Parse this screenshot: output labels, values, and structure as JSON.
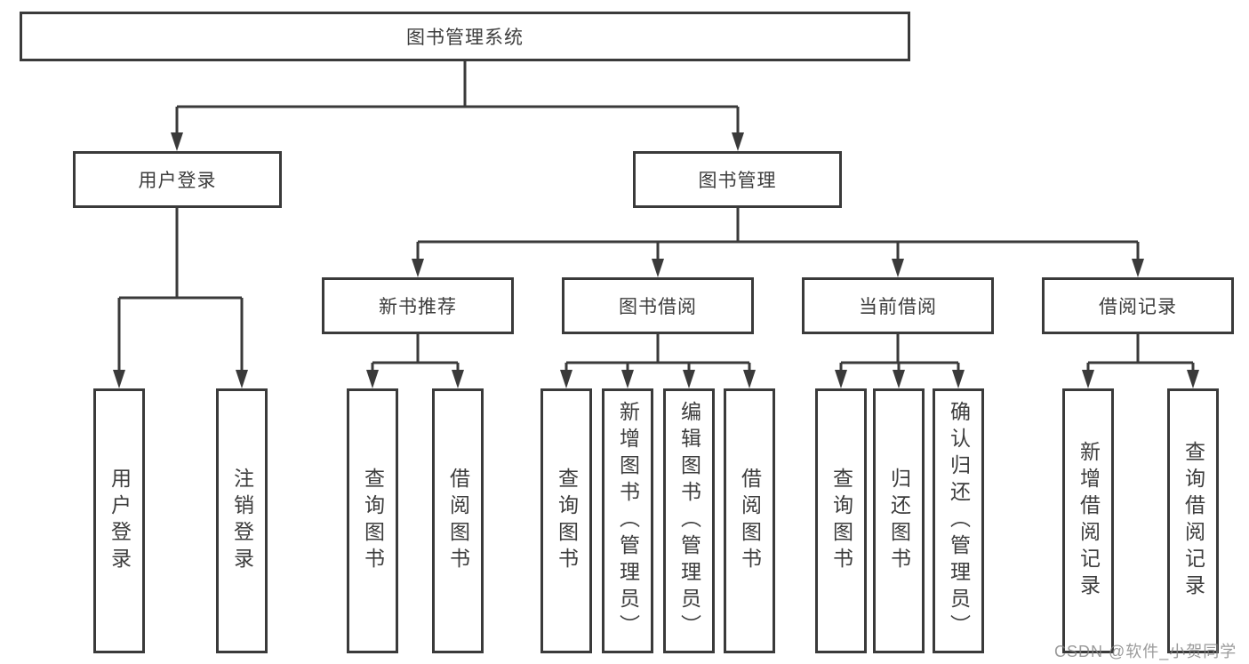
{
  "tree": {
    "root": {
      "label": "图书管理系统"
    },
    "branches": [
      {
        "label": "用户登录",
        "children": [
          {
            "label": "用户登录"
          },
          {
            "label": "注销登录"
          }
        ]
      },
      {
        "label": "图书管理",
        "children": [
          {
            "label": "新书推荐",
            "children": [
              {
                "label": "查询图书"
              },
              {
                "label": "借阅图书"
              }
            ]
          },
          {
            "label": "图书借阅",
            "children": [
              {
                "label": "查询图书"
              },
              {
                "label": "新增图书（管理员）"
              },
              {
                "label": "编辑图书（管理员）"
              },
              {
                "label": "借阅图书"
              }
            ]
          },
          {
            "label": "当前借阅",
            "children": [
              {
                "label": "查询图书"
              },
              {
                "label": "归还图书"
              },
              {
                "label": "确认归还（管理员）"
              }
            ]
          },
          {
            "label": "借阅记录",
            "children": [
              {
                "label": "新增借阅记录"
              },
              {
                "label": "查询借阅记录"
              }
            ]
          }
        ]
      }
    ]
  },
  "colors": {
    "line": "#3a3a3a",
    "text": "#3d3d3d",
    "watermark": "#828282"
  },
  "watermark": {
    "text": "CSDN @软件_小贺同学"
  }
}
